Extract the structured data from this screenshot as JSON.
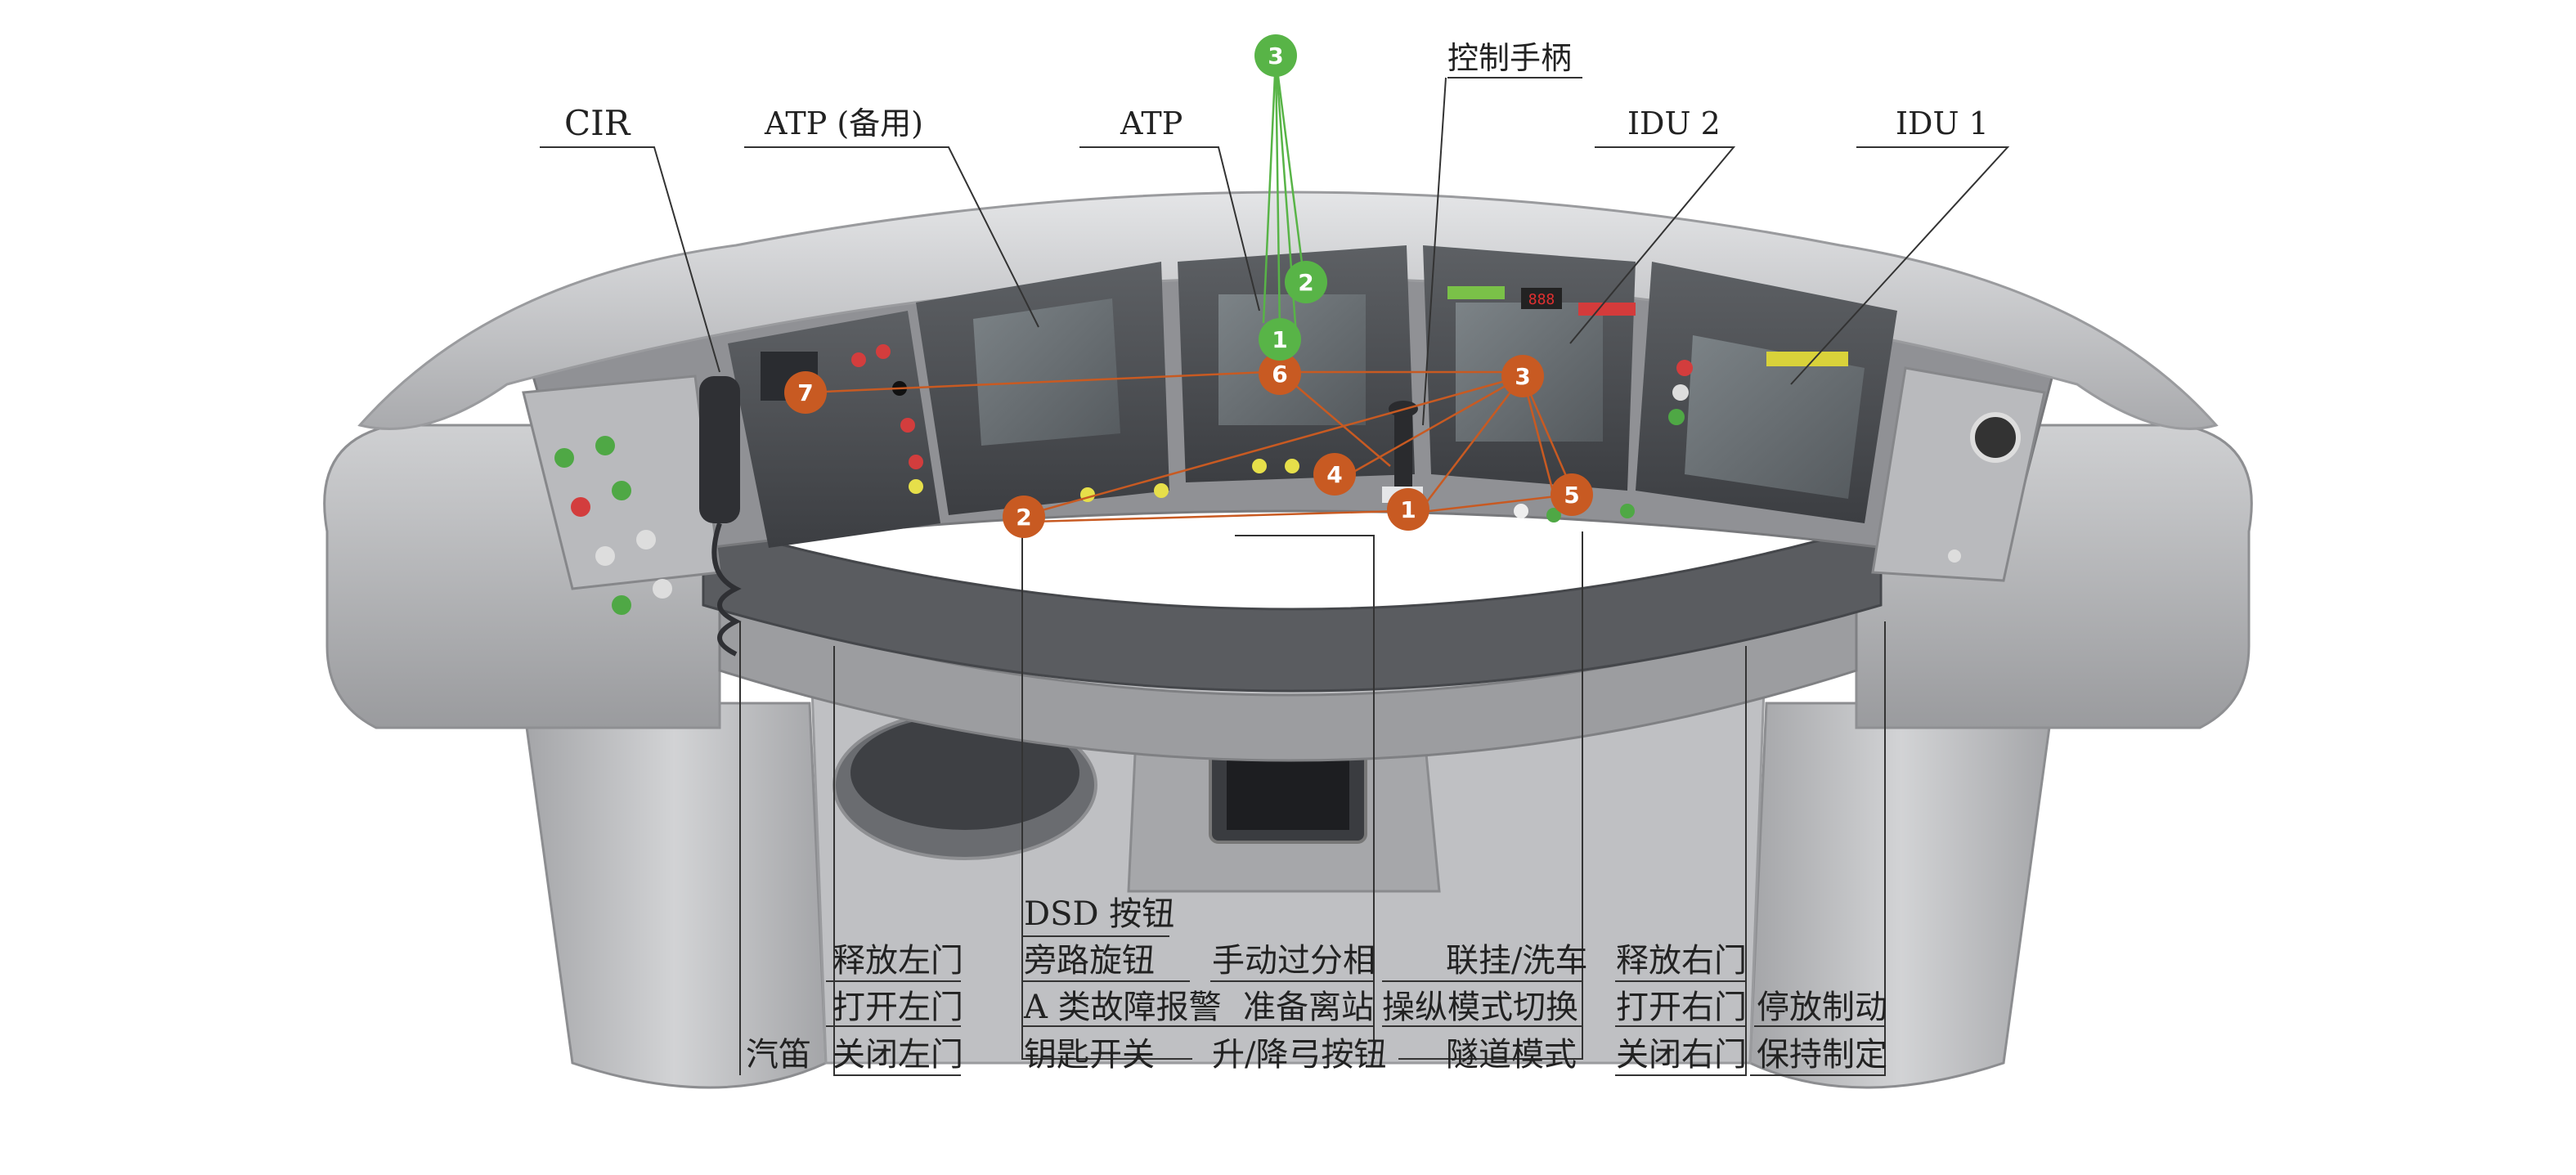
{
  "labels": {
    "cir": "CIR",
    "atp_backup": "ATP (备用)",
    "atp": "ATP",
    "control_handle": "控制手柄",
    "idu2": "IDU 2",
    "idu1": "IDU 1",
    "horn": "汽笛",
    "release_left_door": "释放左门",
    "open_left_door": "打开左门",
    "close_left_door": "关闭左门",
    "dsd_button": "DSD 按钮",
    "bypass_knob": "旁路旋钮",
    "class_a_fault_alarm": "A 类故障报警",
    "key_switch": "钥匙开关",
    "manual_phase_split": "手动过分相",
    "ready_to_depart": "准备离站",
    "pantograph_button": "升/降弓按钮",
    "coupling_washing": "联挂/洗车",
    "mode_switch": "操纵模式切换",
    "tunnel_mode": "隧道模式",
    "release_right_door": "释放右门",
    "open_right_door": "打开右门",
    "close_right_door": "关闭右门",
    "parking_brake": "停放制动",
    "hold_brake": "保持制定"
  },
  "markers": {
    "orange": [
      "1",
      "2",
      "3",
      "4",
      "5",
      "6",
      "7"
    ],
    "green": [
      "1",
      "2",
      "3"
    ]
  },
  "screens": {
    "idu2_display": "888"
  },
  "colors": {
    "marker_orange": "#c85a22",
    "marker_green": "#58b447",
    "console_gray": "#b9babd",
    "panel_dark": "#4a4c50",
    "screen": "#6b7176"
  }
}
